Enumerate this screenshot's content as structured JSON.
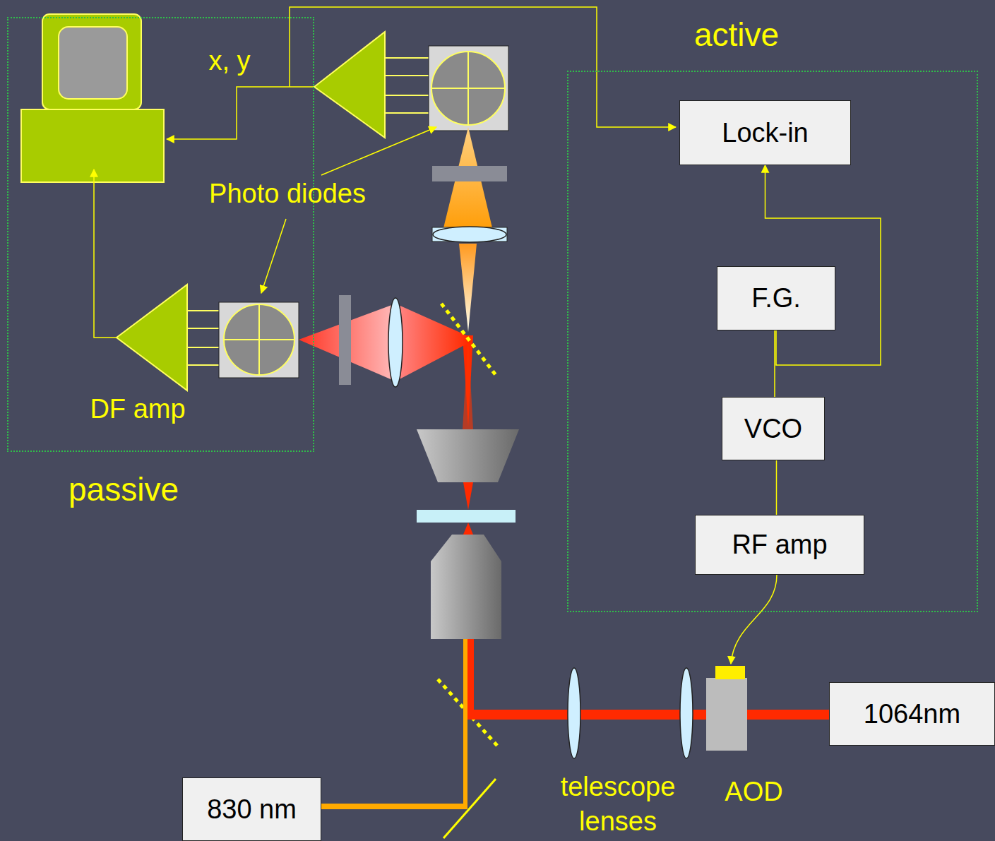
{
  "diagram": {
    "nodes": [
      {
        "text": [
          "passive"
        ]
      },
      {
        "text": [
          "active"
        ]
      },
      {
        "text": [
          "Lock-in"
        ],
        "in": 1
      },
      {
        "text": [
          "F.G."
        ],
        "in": 1
      },
      {
        "text": [
          "VCO"
        ],
        "in": 1
      },
      {
        "text": [
          "RF amp"
        ],
        "in": 1
      },
      {
        "text": [
          "1064nm"
        ]
      },
      {
        "text": [
          "830 nm"
        ]
      }
    ],
    "edges": [
      {
        "from": 3,
        "to": 4,
        "arrow": "none"
      },
      {
        "from": 3,
        "to": 2,
        "arrow": "to"
      },
      {
        "from": 4,
        "to": 5,
        "arrow": "none"
      }
    ],
    "labels": [
      "x, y",
      "Photo diodes",
      "DF amp",
      "telescope lenses",
      "AOD"
    ]
  }
}
